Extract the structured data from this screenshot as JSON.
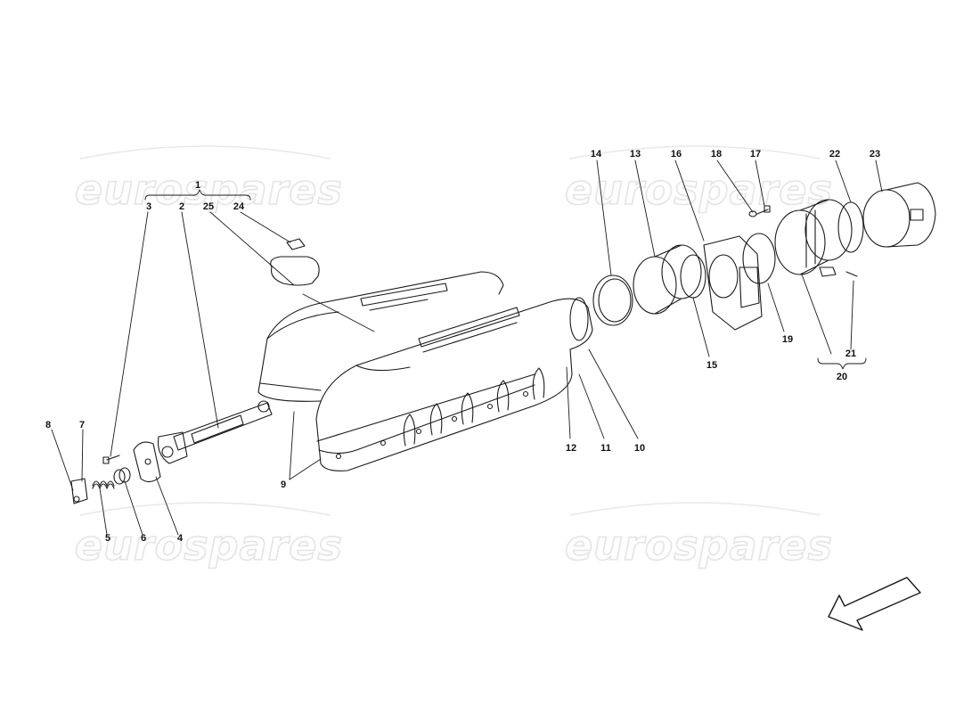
{
  "watermark": "eurospares",
  "callouts": {
    "c1": "1",
    "c2": "2",
    "c3": "3",
    "c4": "4",
    "c5": "5",
    "c6": "6",
    "c7": "7",
    "c8": "8",
    "c9": "9",
    "c10": "10",
    "c11": "11",
    "c12": "12",
    "c13": "13",
    "c14": "14",
    "c15": "15",
    "c16": "16",
    "c17": "17",
    "c18": "18",
    "c19": "19",
    "c20": "20",
    "c21": "21",
    "c22": "22",
    "c23": "23",
    "c24": "24",
    "c25": "25"
  },
  "arrow_icon": "direction-arrow-icon"
}
